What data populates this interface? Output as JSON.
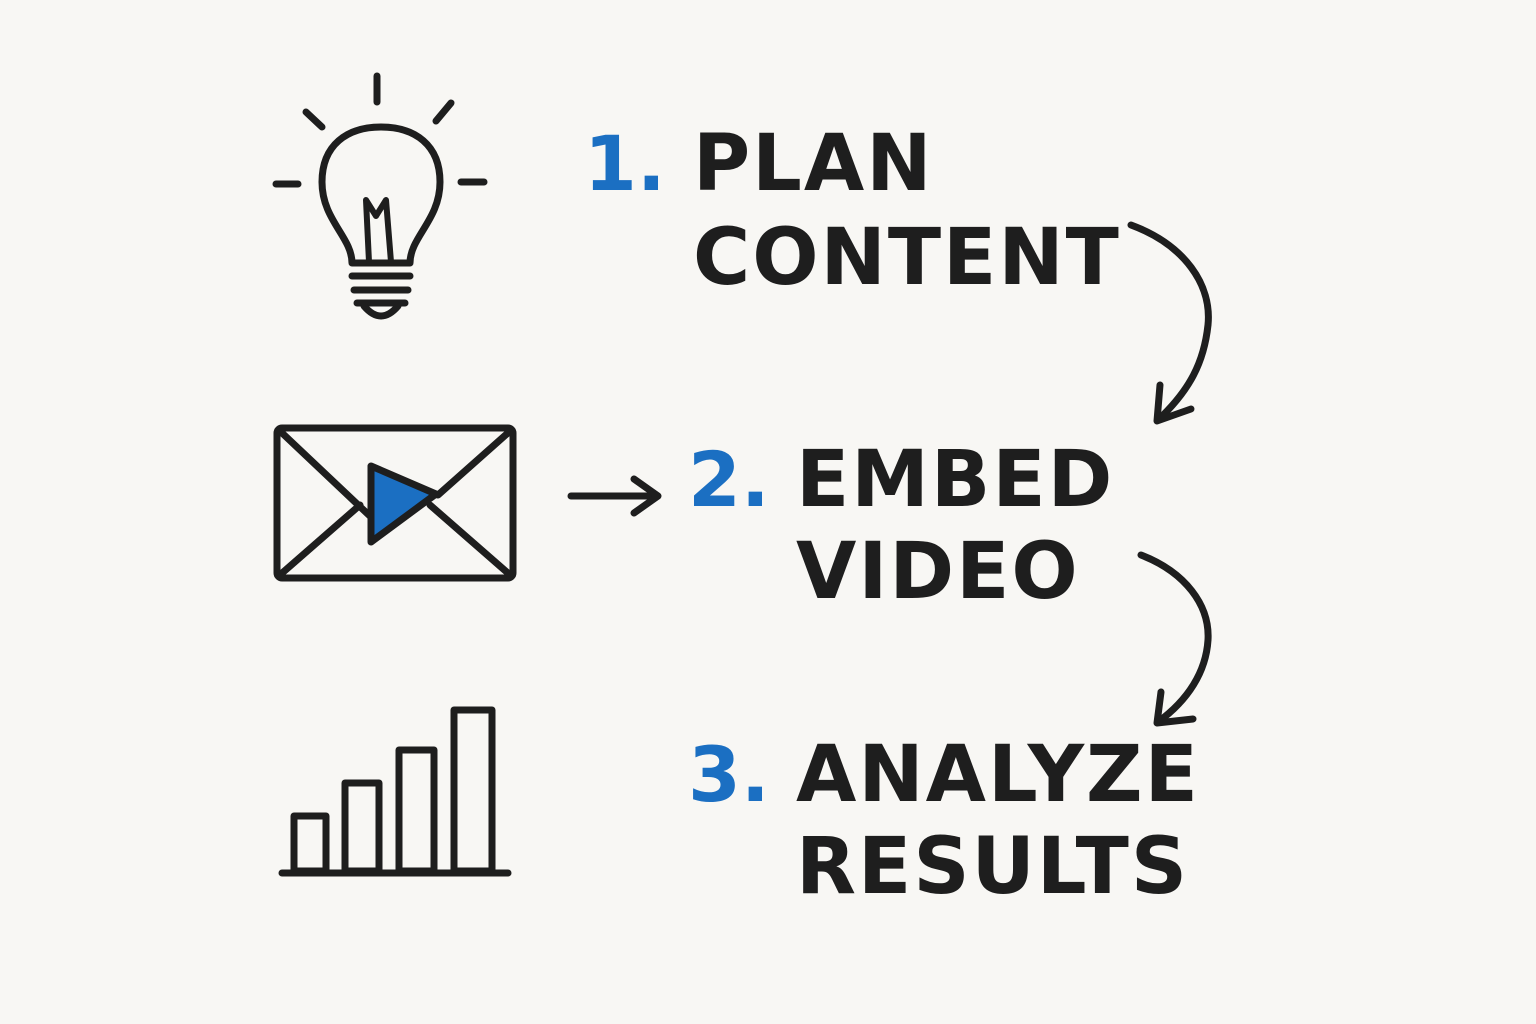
{
  "colors": {
    "background": "#f8f7f4",
    "ink": "#1e1e1e",
    "accent": "#1b6fc2"
  },
  "steps": [
    {
      "number": "1.",
      "line1": "PLAN",
      "line2": "CONTENT",
      "icon": "lightbulb-icon"
    },
    {
      "number": "2.",
      "line1": "EMBED",
      "line2": "VIDEO",
      "icon": "video-email-icon"
    },
    {
      "number": "3.",
      "line1": "ANALYZE",
      "line2": "RESULTS",
      "icon": "bar-chart-icon"
    }
  ],
  "connectors": [
    {
      "from": "step-1",
      "to": "step-2",
      "icon": "curved-arrow-icon"
    },
    {
      "from": "video-email-icon",
      "to": "step-2",
      "icon": "right-arrow-icon"
    },
    {
      "from": "step-2",
      "to": "step-3",
      "icon": "curved-arrow-icon"
    }
  ]
}
